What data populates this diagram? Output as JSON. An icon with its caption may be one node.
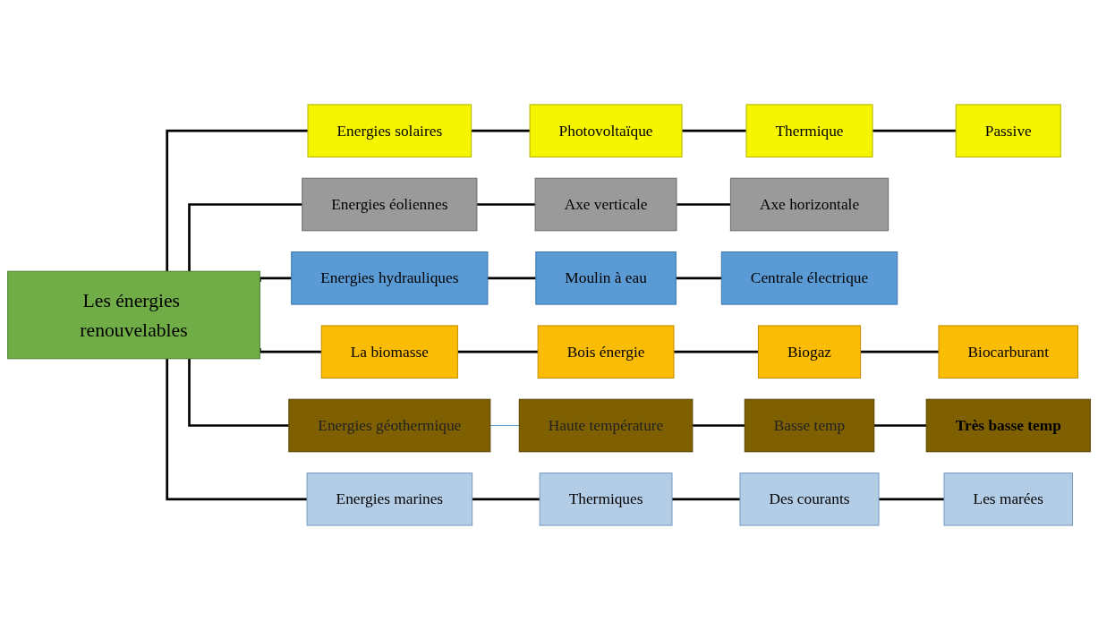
{
  "diagram": {
    "nodes": [
      {
        "text": [
          "Les énergies renouvelables"
        ]
      },
      {
        "text": [
          "Energies solaires"
        ]
      },
      {
        "text": [
          "Photovoltaïque"
        ]
      },
      {
        "text": [
          "Thermique"
        ]
      },
      {
        "text": [
          "Passive"
        ]
      },
      {
        "text": [
          "Energies éoliennes"
        ]
      },
      {
        "text": [
          "Axe verticale"
        ]
      },
      {
        "text": [
          "Axe horizontale"
        ]
      },
      {
        "text": [
          "Energies hydrauliques"
        ]
      },
      {
        "text": [
          "Moulin à eau"
        ]
      },
      {
        "text": [
          "Centrale électrique"
        ]
      },
      {
        "text": [
          "La biomasse"
        ]
      },
      {
        "text": [
          "Bois énergie"
        ]
      },
      {
        "text": [
          "Biogaz"
        ]
      },
      {
        "text": [
          "Biocarburant"
        ]
      },
      {
        "text": [
          "Energies géothermique"
        ]
      },
      {
        "text": [
          "Haute température"
        ]
      },
      {
        "text": [
          "Basse temp"
        ]
      },
      {
        "text": [
          "Très basse temp"
        ]
      },
      {
        "text": [
          "Energies marines"
        ]
      },
      {
        "text": [
          "Thermiques"
        ]
      },
      {
        "text": [
          "Des courants"
        ]
      },
      {
        "text": [
          "Les marées"
        ]
      }
    ],
    "edges": [
      {
        "from": 0,
        "to": 1,
        "arrow": "none"
      },
      {
        "from": 0,
        "to": 5,
        "arrow": "none"
      },
      {
        "from": 0,
        "to": 8,
        "arrow": "none"
      },
      {
        "from": 0,
        "to": 11,
        "arrow": "none"
      },
      {
        "from": 0,
        "to": 15,
        "arrow": "none"
      },
      {
        "from": 0,
        "to": 19,
        "arrow": "none"
      },
      {
        "from": 1,
        "to": 2,
        "arrow": "none"
      },
      {
        "from": 2,
        "to": 3,
        "arrow": "none"
      },
      {
        "from": 3,
        "to": 4,
        "arrow": "none"
      },
      {
        "from": 5,
        "to": 6,
        "arrow": "none"
      },
      {
        "from": 6,
        "to": 7,
        "arrow": "none"
      },
      {
        "from": 8,
        "to": 9,
        "arrow": "none"
      },
      {
        "from": 9,
        "to": 10,
        "arrow": "none"
      },
      {
        "from": 11,
        "to": 12,
        "arrow": "none"
      },
      {
        "from": 12,
        "to": 13,
        "arrow": "none"
      },
      {
        "from": 13,
        "to": 14,
        "arrow": "none"
      },
      {
        "from": 15,
        "to": 16,
        "arrow": "none",
        "color": "#5b9bd5"
      },
      {
        "from": 16,
        "to": 17,
        "arrow": "none"
      },
      {
        "from": 17,
        "to": 18,
        "arrow": "none"
      },
      {
        "from": 19,
        "to": 20,
        "arrow": "none"
      },
      {
        "from": 20,
        "to": 21,
        "arrow": "none"
      },
      {
        "from": 21,
        "to": 22,
        "arrow": "none"
      }
    ]
  }
}
